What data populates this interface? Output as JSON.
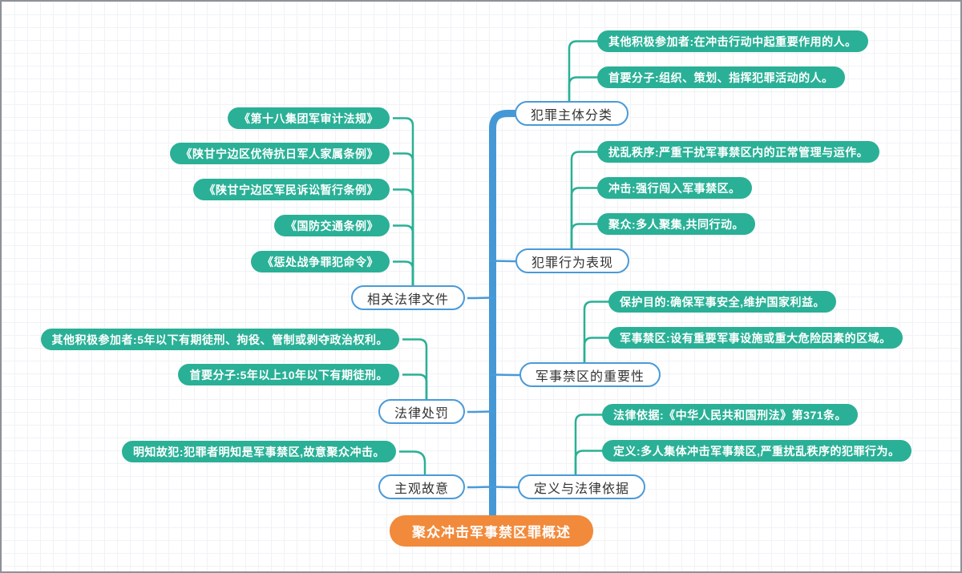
{
  "colors": {
    "leaf_fill": "#2AB096",
    "branch_border": "#4A9AD8",
    "trunk_blue": "#4598D6",
    "root_orange": "#F18A3B",
    "branch_text": "#333333",
    "leaf_text": "#ffffff"
  },
  "mindmap": {
    "root": {
      "label": "聚众冲击军事禁区罪概述"
    },
    "branches": [
      {
        "label": "犯罪主体分类",
        "children": [
          {
            "text": "其他积极参加者:在冲击行动中起重要作用的人。"
          },
          {
            "text": "首要分子:组织、策划、指挥犯罪活动的人。"
          }
        ]
      },
      {
        "label": "犯罪行为表现",
        "children": [
          {
            "text": "扰乱秩序:严重干扰军事禁区内的正常管理与运作。"
          },
          {
            "text": "冲击:强行闯入军事禁区。"
          },
          {
            "text": "聚众:多人聚集,共同行动。"
          }
        ]
      },
      {
        "label": "军事禁区的重要性",
        "children": [
          {
            "text": "保护目的:确保军事安全,维护国家利益。"
          },
          {
            "text": "军事禁区:设有重要军事设施或重大危险因素的区域。"
          }
        ]
      },
      {
        "label": "定义与法律依据",
        "children": [
          {
            "text": "法律依据:《中华人民共和国刑法》第371条。"
          },
          {
            "text": "定义:多人集体冲击军事禁区,严重扰乱秩序的犯罪行为。"
          }
        ]
      },
      {
        "label": "相关法律文件",
        "children": [
          {
            "text": "《第十八集团军审计法规》"
          },
          {
            "text": "《陕甘宁边区优待抗日军人家属条例》"
          },
          {
            "text": "《陕甘宁边区军民诉讼暂行条例》"
          },
          {
            "text": "《国防交通条例》"
          },
          {
            "text": "《惩处战争罪犯命令》"
          }
        ]
      },
      {
        "label": "法律处罚",
        "children": [
          {
            "text": "其他积极参加者:5年以下有期徒刑、拘役、管制或剥夺政治权利。"
          },
          {
            "text": "首要分子:5年以上10年以下有期徒刑。"
          }
        ]
      },
      {
        "label": "主观故意",
        "children": [
          {
            "text": "明知故犯:犯罪者明知是军事禁区,故意聚众冲击。"
          }
        ]
      }
    ]
  }
}
